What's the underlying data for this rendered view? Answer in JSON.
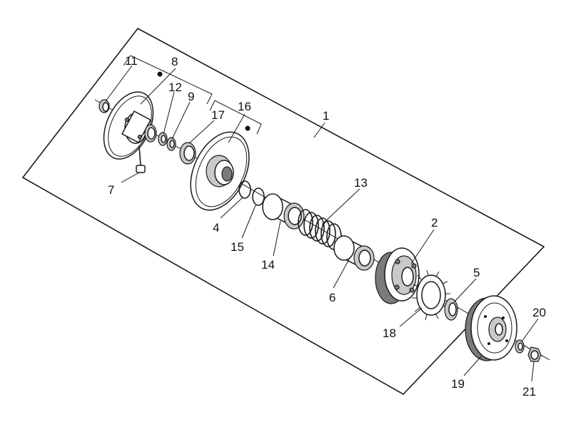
{
  "diagram": {
    "labels": {
      "p1": "1",
      "p2": "2",
      "p4": "4",
      "p5": "5",
      "p6": "6",
      "p7": "7",
      "p8": "8",
      "p9": "9",
      "p11": "11",
      "p12": "12",
      "p13": "13",
      "p14": "14",
      "p15": "15",
      "p16": "16",
      "p17": "17",
      "p18": "18",
      "p19": "19",
      "p20": "20",
      "p21": "21"
    }
  }
}
